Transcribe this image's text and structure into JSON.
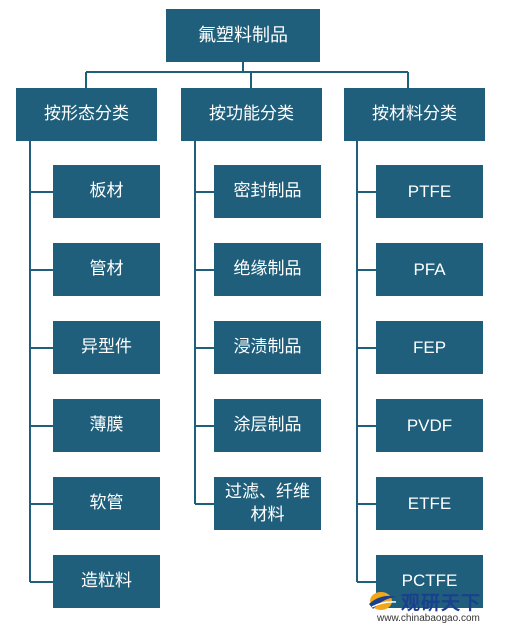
{
  "root": {
    "label": "氟塑料制品"
  },
  "categories": [
    {
      "label": "按形态分类",
      "items": [
        "板材",
        "管材",
        "异型件",
        "薄膜",
        "软管",
        "造粒料"
      ]
    },
    {
      "label": "按功能分类",
      "items": [
        "密封制品",
        "绝缘制品",
        "浸渍制品",
        "涂层制品",
        "过滤、纤维材料"
      ]
    },
    {
      "label": "按材料分类",
      "items": [
        "PTFE",
        "PFA",
        "FEP",
        "PVDF",
        "ETFE",
        "PCTFE"
      ]
    }
  ],
  "watermark": {
    "name": "观研天下",
    "url": "www.chinabaogao.com",
    "logo_icon": "globe-swoosh-icon"
  },
  "colors": {
    "box": "#1f5f7b",
    "text": "#ffffff",
    "watermark_text": "#1b3f8f"
  }
}
